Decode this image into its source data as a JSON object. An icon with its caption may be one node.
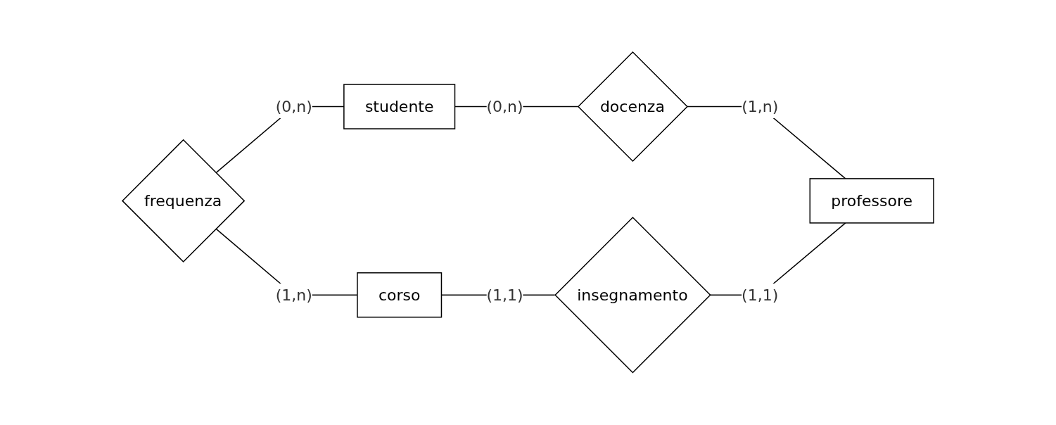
{
  "diagram": {
    "nodes": [
      {
        "text": [
          "frequenza"
        ]
      },
      {
        "text": [
          "studente"
        ]
      },
      {
        "text": [
          "docenza"
        ]
      },
      {
        "text": [
          "corso"
        ]
      },
      {
        "text": [
          "insegnamento"
        ]
      },
      {
        "text": [
          "professore"
        ]
      }
    ],
    "edges": [
      {
        "from": 0,
        "to": 1,
        "arrow": "none",
        "label": "(0,n)"
      },
      {
        "from": 1,
        "to": 2,
        "arrow": "none",
        "label": "(0,n)"
      },
      {
        "from": 0,
        "to": 3,
        "arrow": "none",
        "label": "(1,n)"
      },
      {
        "from": 2,
        "to": 5,
        "arrow": "none",
        "label": "(1,n)"
      },
      {
        "from": 3,
        "to": 4,
        "arrow": "none",
        "label": "(1,1)"
      },
      {
        "from": 4,
        "to": 5,
        "arrow": "none",
        "label": "(1,1)"
      }
    ]
  }
}
